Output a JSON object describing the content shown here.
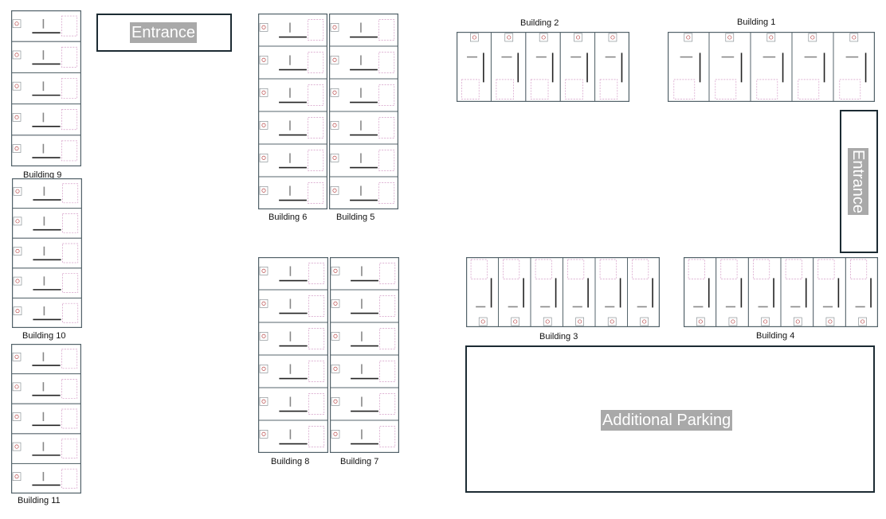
{
  "zones": {
    "entrance_top": "Entrance",
    "entrance_right": "Entrance",
    "additional_parking": "Additional Parking"
  },
  "buildings": {
    "b1": "Building 1",
    "b2": "Building 2",
    "b3": "Building 3",
    "b4": "Building 4",
    "b5": "Building 5",
    "b6": "Building 6",
    "b7": "Building 7",
    "b8": "Building 8",
    "b9": "Building 9",
    "b10": "Building 10",
    "b11": "Building 11"
  }
}
